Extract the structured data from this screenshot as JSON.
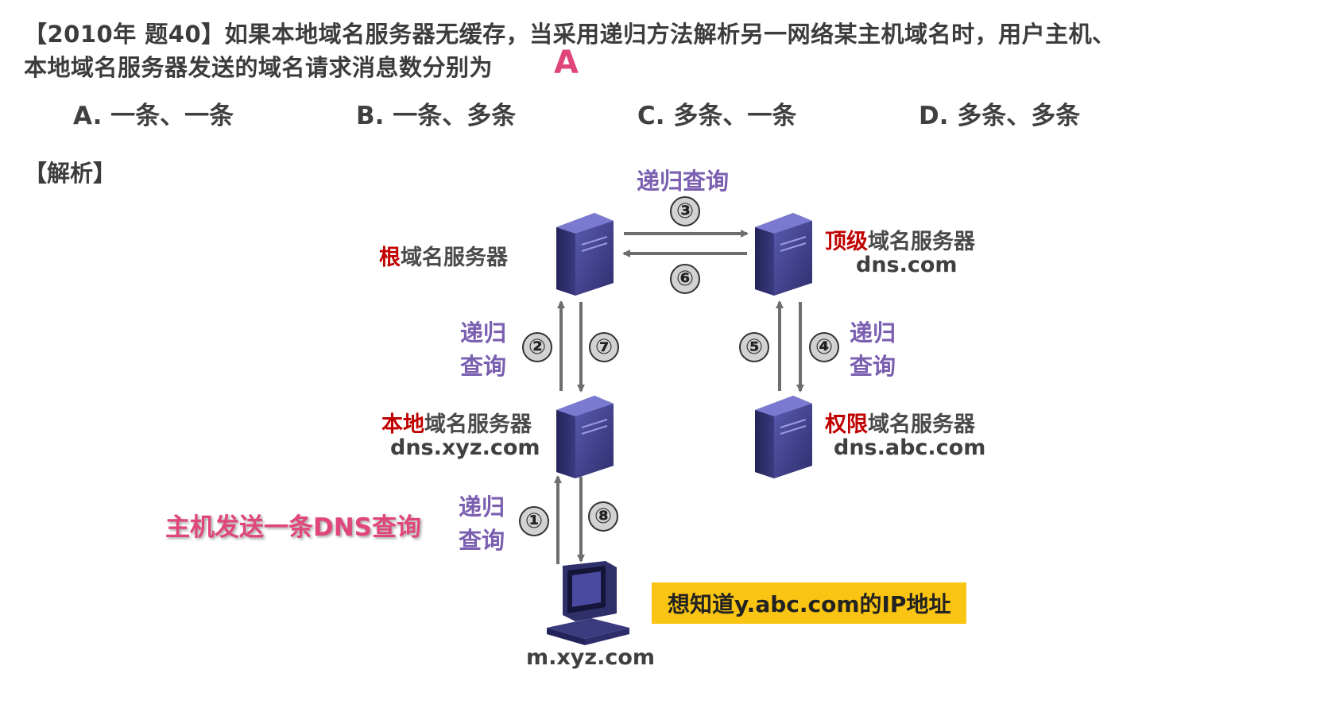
{
  "question": {
    "line1": "【2010年 题40】如果本地域名服务器无缓存，当采用递归方法解析另一网络某主机域名时，用户主机、",
    "line2": "本地域名服务器发送的域名请求消息数分别为",
    "answer": "A"
  },
  "options": [
    {
      "label": "A. 一条、一条"
    },
    {
      "label": "B. 一条、多条"
    },
    {
      "label": "C. 多条、一条"
    },
    {
      "label": "D. 多条、多条"
    }
  ],
  "analysis_heading": "【解析】",
  "diagram": {
    "servers": {
      "root": {
        "highlight": "根",
        "rest": "域名服务器"
      },
      "top": {
        "highlight": "顶级",
        "rest": "域名服务器",
        "domain": "dns.com"
      },
      "local": {
        "highlight": "本地",
        "rest": "域名服务器",
        "domain": "dns.xyz.com"
      },
      "auth": {
        "highlight": "权限",
        "rest": "域名服务器",
        "domain": "dns.abc.com"
      }
    },
    "host": {
      "domain": "m.xyz.com"
    },
    "recursive_label": "递归查询",
    "recursive_line1": "递归",
    "recursive_line2": "查询",
    "steps": [
      "①",
      "②",
      "③",
      "④",
      "⑤",
      "⑥",
      "⑦",
      "⑧"
    ],
    "host_note": "主机发送一条DNS查询",
    "goal_note": "想知道y.abc.com的IP地址"
  },
  "colors": {
    "highlight_red": "#c00000",
    "recursive_purple": "#7b5fb0",
    "answer_pink": "#e0457c",
    "note_yellow": "#f9c412",
    "server_blue": "#3f3f8a"
  }
}
